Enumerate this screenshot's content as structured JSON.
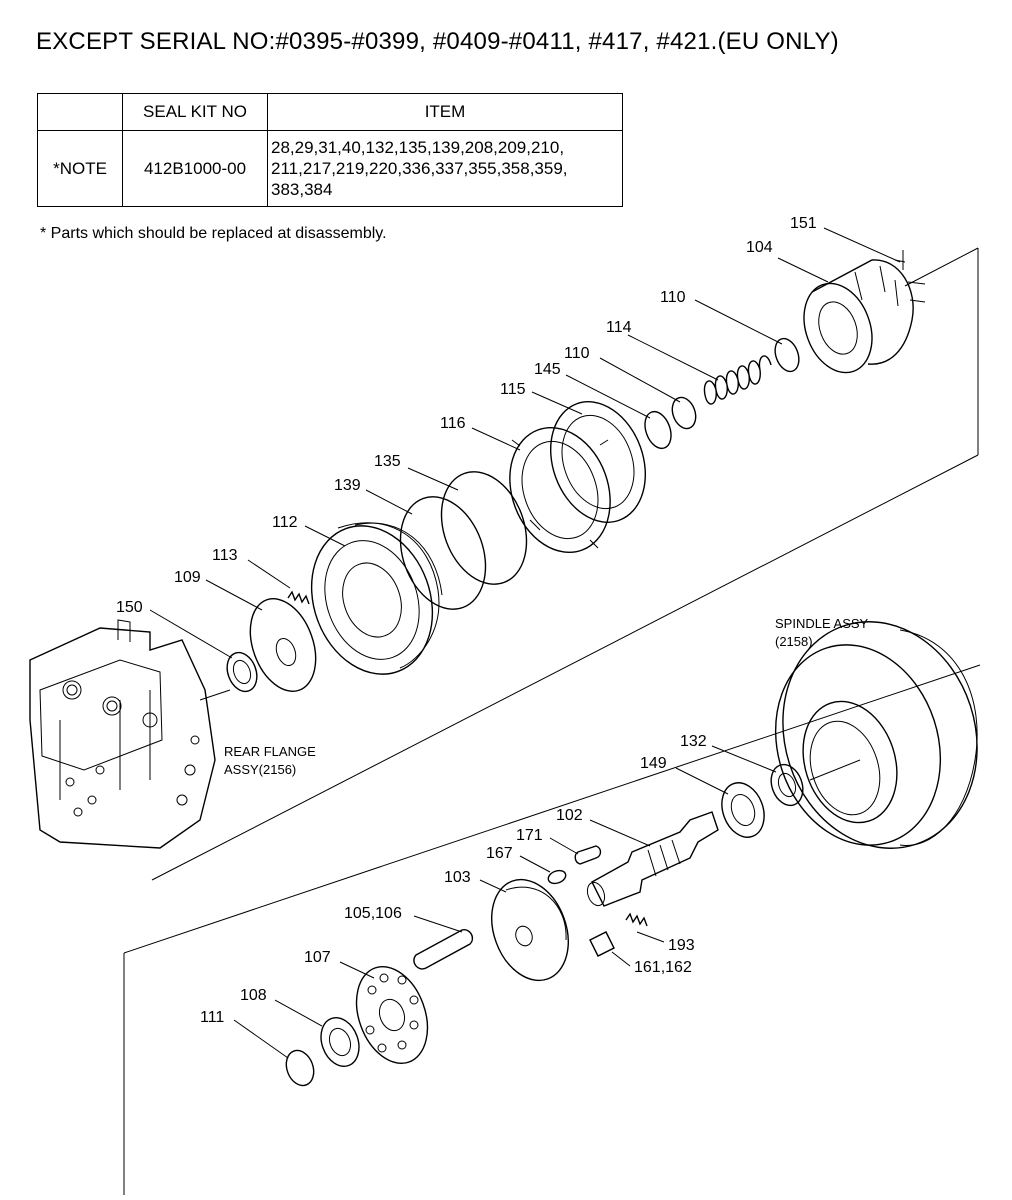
{
  "title": "EXCEPT SERIAL NO:#0395-#0399, #0409-#0411, #417, #421.(EU ONLY)",
  "seal_table": {
    "headers": [
      "",
      "SEAL KIT NO",
      "ITEM"
    ],
    "row": {
      "note": "*NOTE",
      "kit_no": "412B1000-00",
      "items_lines": [
        "28,29,31,40,132,135,139,208,209,210,",
        "211,217,219,220,336,337,355,358,359,",
        "383,384"
      ]
    }
  },
  "footnote": "* Parts which should be replaced at disassembly.",
  "assemblies": {
    "rear_flange": [
      "REAR FLANGE",
      "ASSY(2156)"
    ],
    "spindle": [
      "SPINDLE ASSY",
      "(2158)"
    ]
  },
  "callouts": {
    "p151": "151",
    "p104": "104",
    "p110a": "110",
    "p114": "114",
    "p110b": "110",
    "p145": "145",
    "p115": "115",
    "p116": "116",
    "p135": "135",
    "p139": "139",
    "p112": "112",
    "p113": "113",
    "p109": "109",
    "p150": "150",
    "p132": "132",
    "p149": "149",
    "p102": "102",
    "p171": "171",
    "p167": "167",
    "p103": "103",
    "p105": "105,106",
    "p193": "193",
    "p161": "161,162",
    "p107": "107",
    "p108": "108",
    "p111": "111"
  }
}
